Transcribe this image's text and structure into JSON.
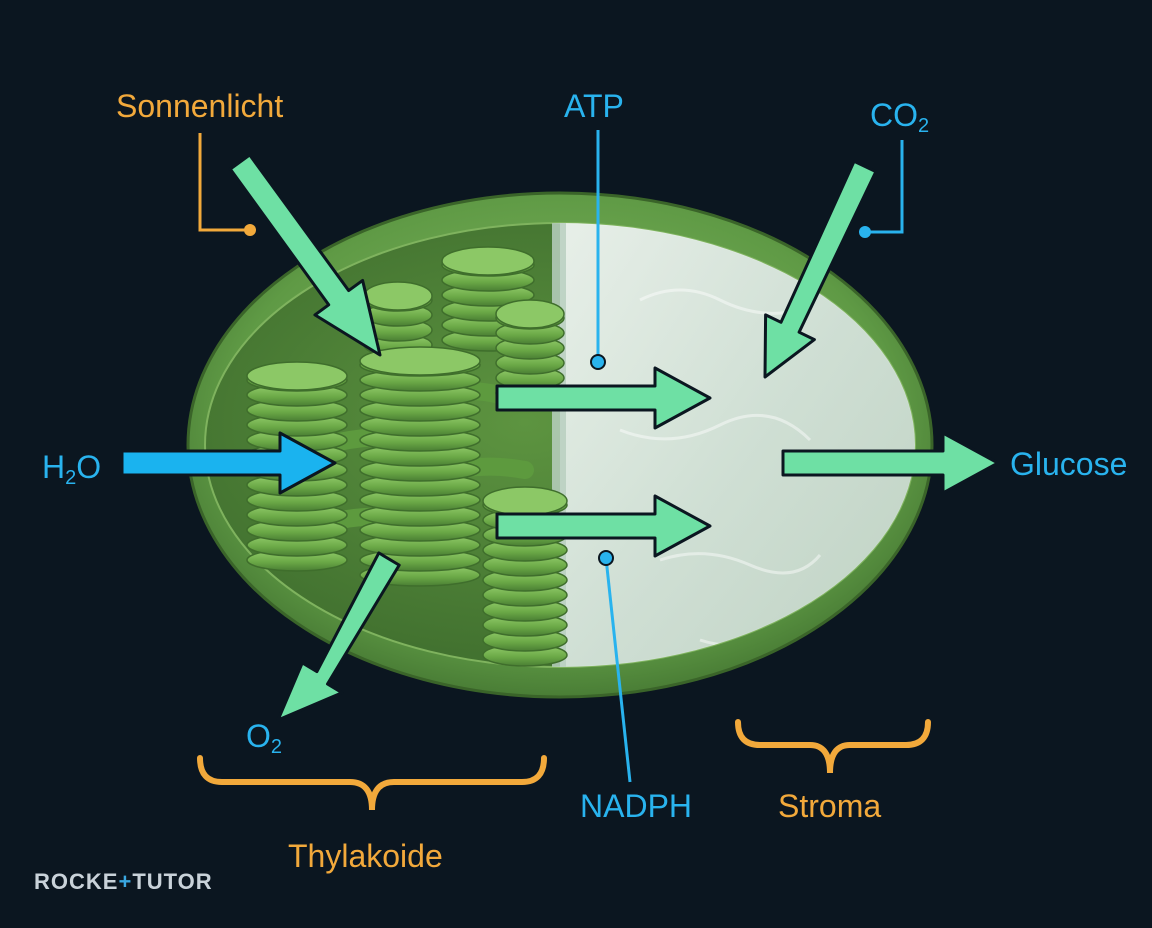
{
  "labels": {
    "sunlight": "Sonnenlicht",
    "atp": "ATP",
    "co2": {
      "main": "CO",
      "sub": "2"
    },
    "h2o": {
      "pre": "H",
      "sub": "2",
      "post": "O"
    },
    "glucose": "Glucose",
    "o2": {
      "main": "O",
      "sub": "2"
    },
    "nadph": "NADPH",
    "stroma": "Stroma",
    "thylakoids": "Thylakoide"
  },
  "logo": {
    "part1": "ROCKE",
    "plus": "+",
    "part2": "TUTOR"
  },
  "colors": {
    "background": "#0b1620",
    "arrow_green": "#6ee0a4",
    "arrow_blue": "#1ab3ef",
    "label_orange": "#f2a93b",
    "label_blue": "#29b3ee",
    "leader_orange": "#f2a93b",
    "leader_blue": "#29b3ee",
    "chloroplast_outer": "#5f9a45",
    "thylakoid": "#6fae4a",
    "stroma": "#dfe9e4"
  }
}
